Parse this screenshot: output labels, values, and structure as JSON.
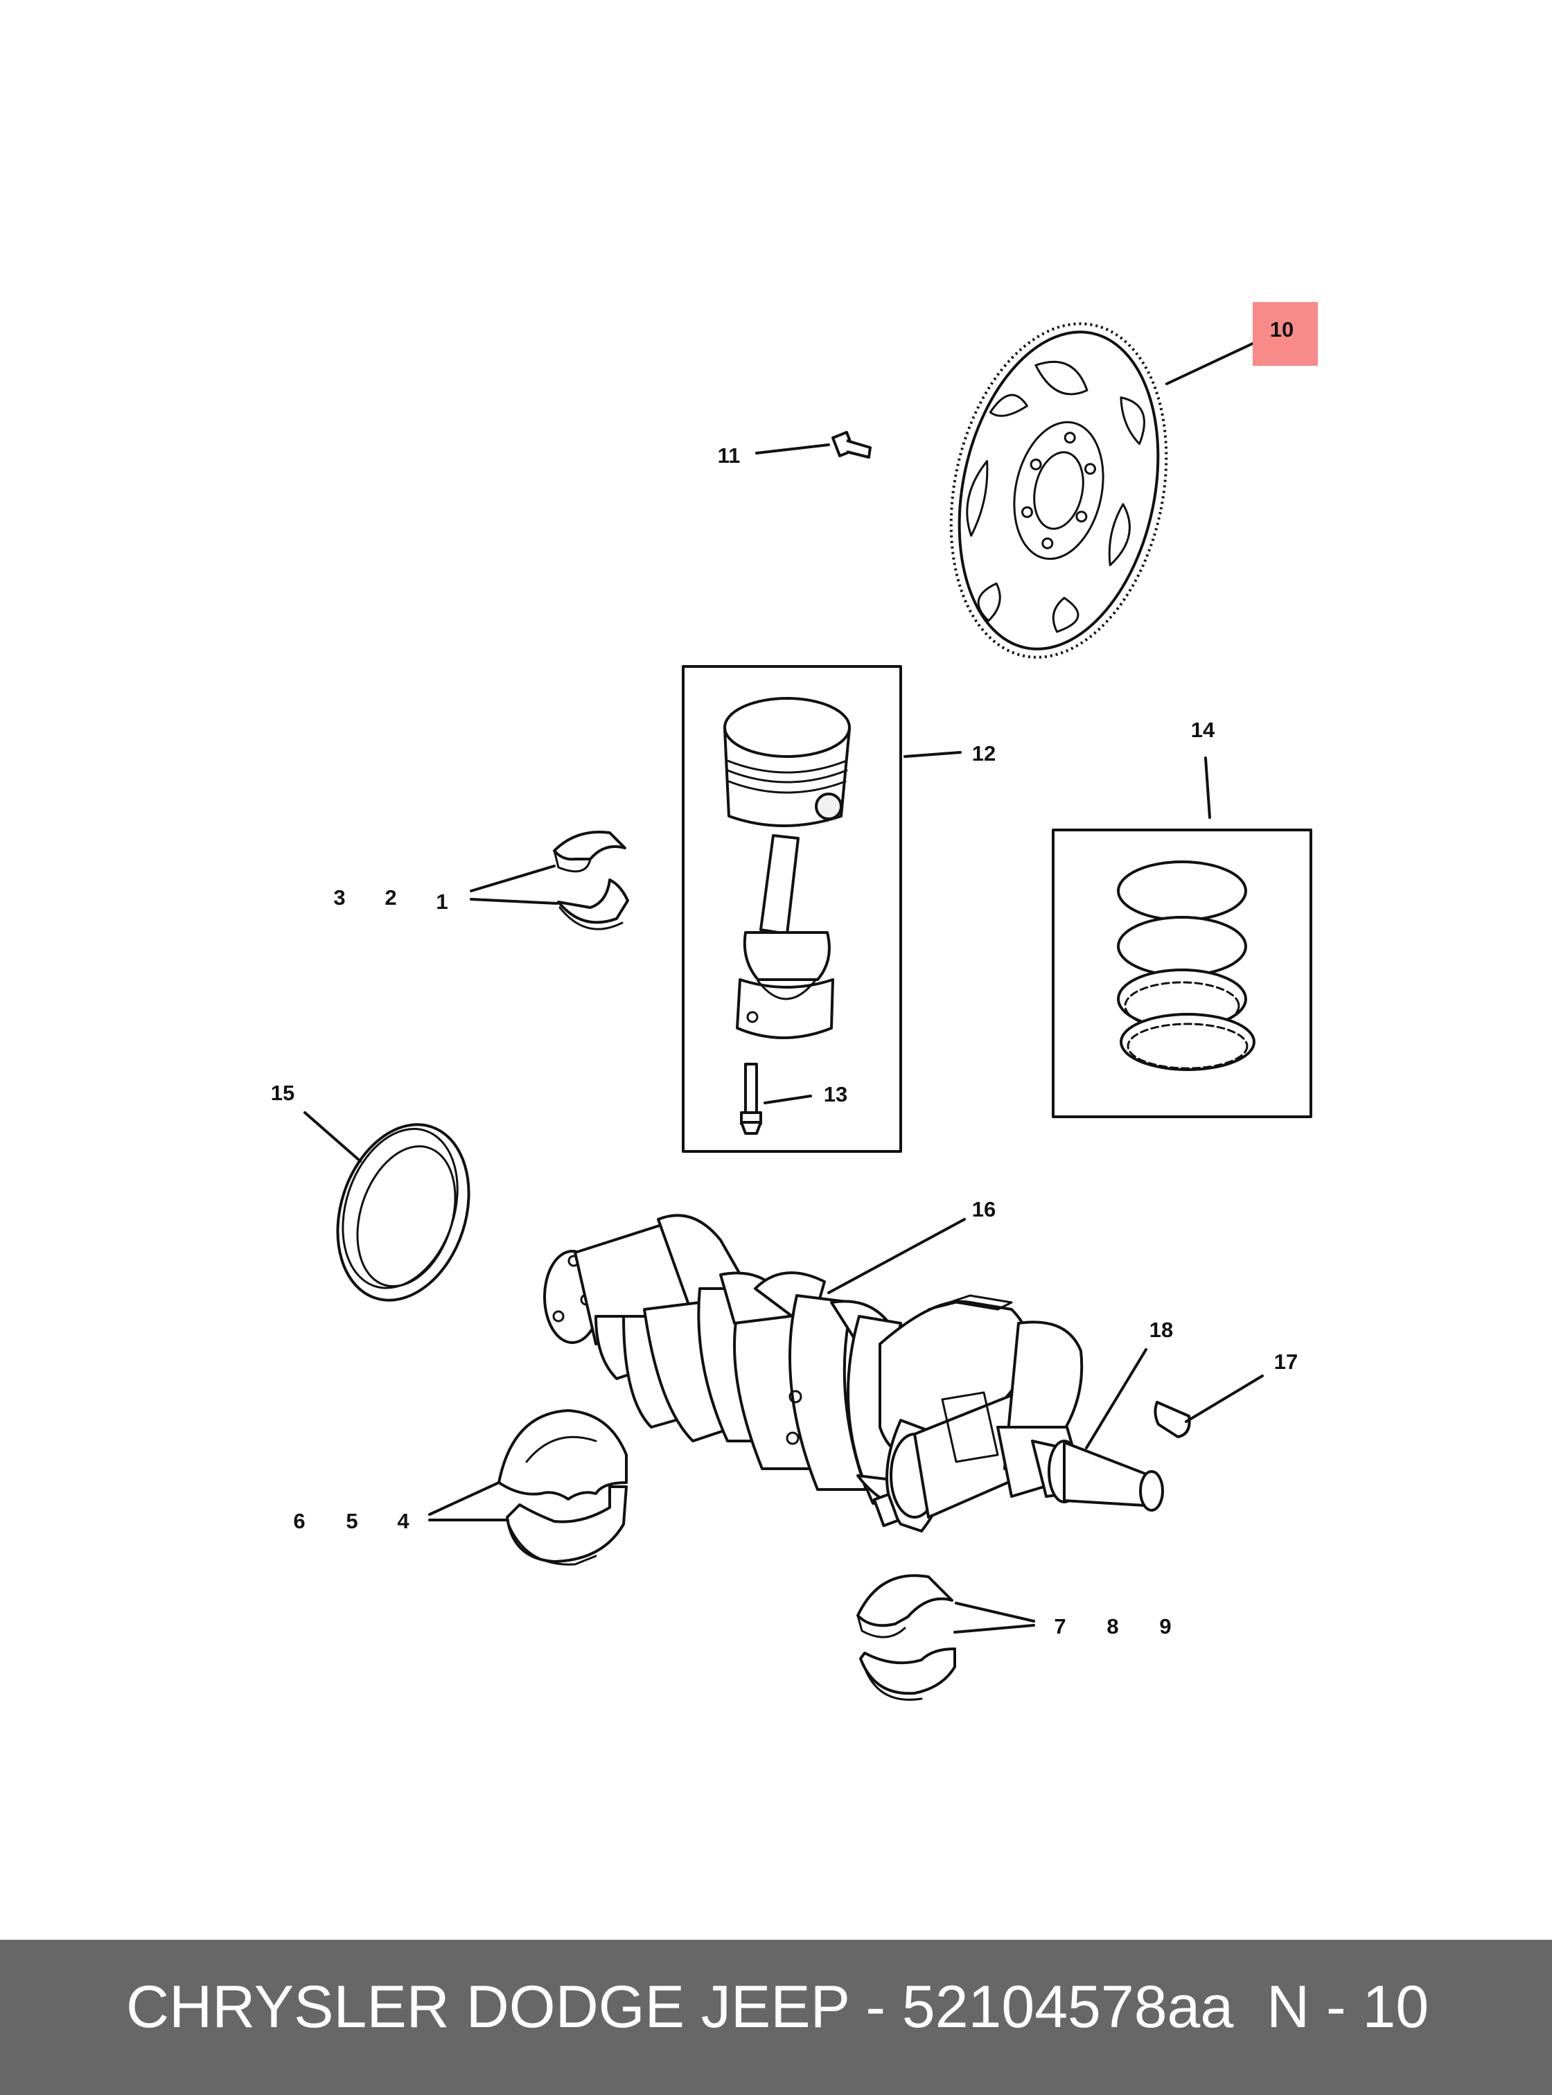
{
  "diagram": {
    "callouts": {
      "c1": "1",
      "c2": "2",
      "c3": "3",
      "c4": "4",
      "c5": "5",
      "c6": "6",
      "c7": "7",
      "c8": "8",
      "c9": "9",
      "c10": "10",
      "c11": "11",
      "c12": "12",
      "c13": "13",
      "c14": "14",
      "c15": "15",
      "c16": "16",
      "c17": "17",
      "c18": "18"
    },
    "highlighted_callout": "10",
    "highlight_color": "#f88a8a"
  },
  "footer": {
    "title": "CHRYSLER DODGE JEEP - 52104578aa",
    "page": "N - 10",
    "background_color": "#676767",
    "text_color": "#ffffff"
  }
}
